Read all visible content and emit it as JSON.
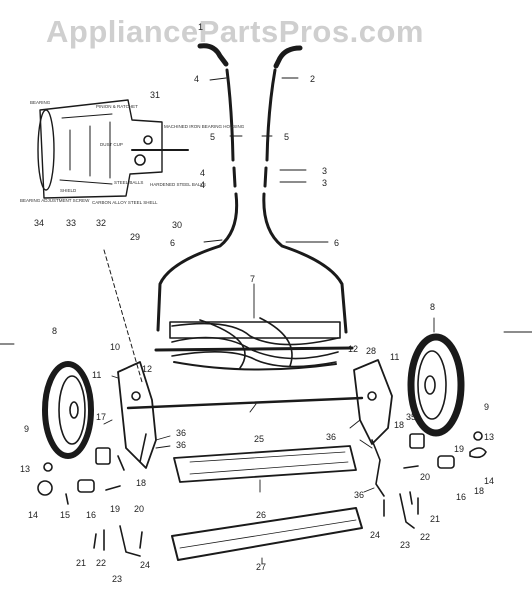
{
  "watermark": "AppliancePartsPros.com",
  "colors": {
    "ink": "#1a1a1a",
    "watermark": "#cfcfcf",
    "background": "#ffffff"
  },
  "inset_captions": {
    "bearing": "BEARING",
    "pinion_ratchet": "PINION & RATCHET",
    "dust_cup": "DUST CUP",
    "shield": "SHIELD",
    "steel_balls": "STEEL BALLS",
    "bearing_adjustment_screw": "BEARING ADJUSTMENT SCREW",
    "alloy_shell": "CARBON ALLOY STEEL SHELL",
    "hardened_steel": "HARDENED STEEL BALLS",
    "machined_cone": "MACHINED IRON BEARING HOUSING"
  },
  "callouts": [
    {
      "id": "c1",
      "text": "1"
    },
    {
      "id": "c2",
      "text": "2"
    },
    {
      "id": "c3a",
      "text": "3"
    },
    {
      "id": "c3b",
      "text": "3"
    },
    {
      "id": "c4a",
      "text": "4"
    },
    {
      "id": "c4b",
      "text": "4"
    },
    {
      "id": "c4c",
      "text": "4"
    },
    {
      "id": "c5a",
      "text": "5"
    },
    {
      "id": "c5b",
      "text": "5"
    },
    {
      "id": "c6a",
      "text": "6"
    },
    {
      "id": "c6b",
      "text": "6"
    },
    {
      "id": "c7",
      "text": "7"
    },
    {
      "id": "c8a",
      "text": "8"
    },
    {
      "id": "c8b",
      "text": "8"
    },
    {
      "id": "c9a",
      "text": "9"
    },
    {
      "id": "c9b",
      "text": "9"
    },
    {
      "id": "c10",
      "text": "10"
    },
    {
      "id": "c11a",
      "text": "11"
    },
    {
      "id": "c11b",
      "text": "11"
    },
    {
      "id": "c12a",
      "text": "12"
    },
    {
      "id": "c12b",
      "text": "12"
    },
    {
      "id": "c13a",
      "text": "13"
    },
    {
      "id": "c13b",
      "text": "13"
    },
    {
      "id": "c14a",
      "text": "14"
    },
    {
      "id": "c14b",
      "text": "14"
    },
    {
      "id": "c15",
      "text": "15"
    },
    {
      "id": "c16a",
      "text": "16"
    },
    {
      "id": "c16b",
      "text": "16"
    },
    {
      "id": "c17",
      "text": "17"
    },
    {
      "id": "c18a",
      "text": "18"
    },
    {
      "id": "c18b",
      "text": "18"
    },
    {
      "id": "c18c",
      "text": "18"
    },
    {
      "id": "c19a",
      "text": "19"
    },
    {
      "id": "c19b",
      "text": "19"
    },
    {
      "id": "c20a",
      "text": "20"
    },
    {
      "id": "c20b",
      "text": "20"
    },
    {
      "id": "c21a",
      "text": "21"
    },
    {
      "id": "c21b",
      "text": "21"
    },
    {
      "id": "c22a",
      "text": "22"
    },
    {
      "id": "c22b",
      "text": "22"
    },
    {
      "id": "c23a",
      "text": "23"
    },
    {
      "id": "c23b",
      "text": "23"
    },
    {
      "id": "c24a",
      "text": "24"
    },
    {
      "id": "c24b",
      "text": "24"
    },
    {
      "id": "c25",
      "text": "25"
    },
    {
      "id": "c26",
      "text": "26"
    },
    {
      "id": "c27",
      "text": "27"
    },
    {
      "id": "c28",
      "text": "28"
    },
    {
      "id": "c29",
      "text": "29"
    },
    {
      "id": "c30",
      "text": "30"
    },
    {
      "id": "c31",
      "text": "31"
    },
    {
      "id": "c32",
      "text": "32"
    },
    {
      "id": "c33",
      "text": "33"
    },
    {
      "id": "c34",
      "text": "34"
    },
    {
      "id": "c35",
      "text": "35"
    },
    {
      "id": "c36a",
      "text": "36"
    },
    {
      "id": "c36b",
      "text": "36"
    },
    {
      "id": "c36c",
      "text": "36"
    },
    {
      "id": "c36d",
      "text": "36"
    }
  ]
}
